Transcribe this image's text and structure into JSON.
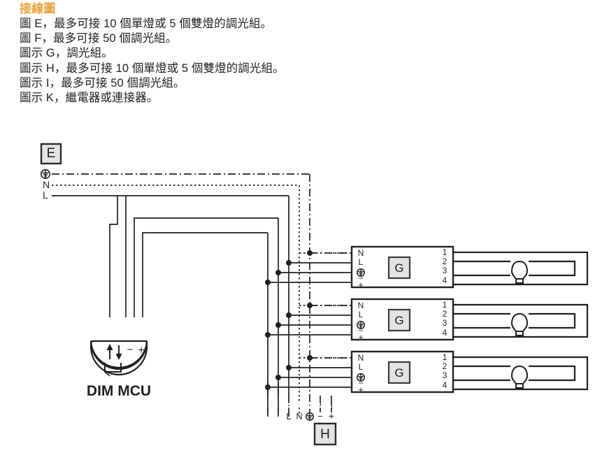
{
  "document": {
    "title": "接線圖",
    "notes": [
      "圖 E，最多可接 10 個單燈或 5 個雙燈的調光組。",
      "圖 F，最多可接 50 個調光組。",
      "圖示 G，調光組。",
      "圖示 H，最多可接 10 個單燈或 5 個雙燈的調光組。",
      "圖示 I，最多可接 50 個調光組。",
      "圖示 K，繼電器或連接器。"
    ]
  },
  "diagram": {
    "top_label": "E",
    "bottom_label": "H",
    "controller": {
      "name": "DIM MCU",
      "symbols": [
        "↑",
        "↓",
        "−",
        "+"
      ]
    },
    "supply_terminals": [
      {
        "id": "earth",
        "label": "",
        "icon": "earth-ground-icon",
        "line_style": "dash-dot"
      },
      {
        "id": "neutral",
        "label": "N",
        "line_style": "dotted"
      },
      {
        "id": "live",
        "label": "L",
        "line_style": "solid"
      }
    ],
    "bus_labels": [
      "L",
      "N",
      "⊕",
      "−",
      "+"
    ],
    "modules": [
      {
        "badge": "G",
        "input_terminals": [
          "N",
          "L",
          "⊕",
          "−",
          "+"
        ],
        "output_terminals": [
          "1",
          "2",
          "3",
          "4"
        ],
        "lamp": "lamp-fixture"
      },
      {
        "badge": "G",
        "input_terminals": [
          "N",
          "L",
          "⊕",
          "−",
          "+"
        ],
        "output_terminals": [
          "1",
          "2",
          "3",
          "4"
        ],
        "lamp": "lamp-fixture"
      },
      {
        "badge": "G",
        "input_terminals": [
          "N",
          "L",
          "⊕",
          "−",
          "+"
        ],
        "output_terminals": [
          "1",
          "2",
          "3",
          "4"
        ],
        "lamp": "lamp-fixture"
      }
    ]
  },
  "colors": {
    "title": "#e8a33d",
    "ink": "#231f20",
    "badge_fill": "#e3e3e3",
    "badge_border": "#3a3a3a",
    "page_bg": "#ffffff"
  }
}
